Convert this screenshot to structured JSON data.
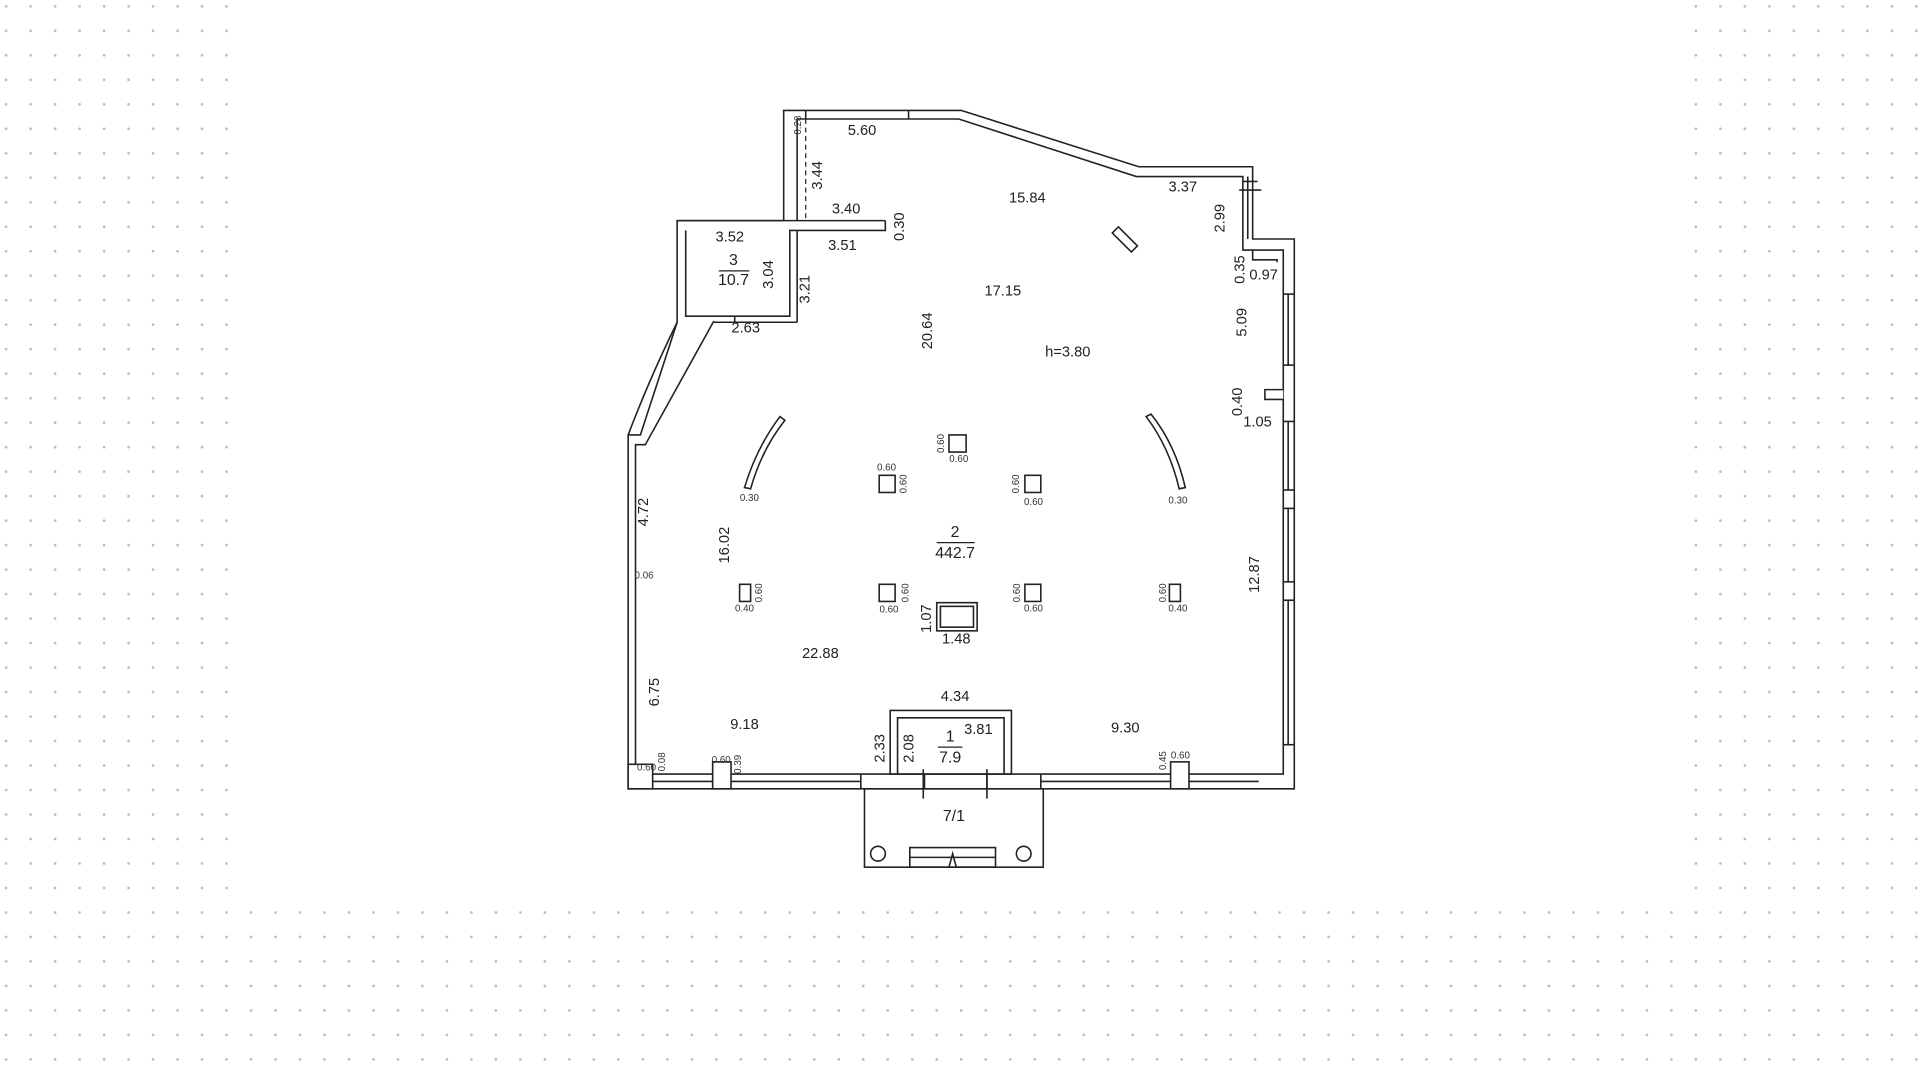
{
  "plan": {
    "ceiling_height": "h=3.80",
    "rooms": [
      {
        "number": "3",
        "area": "10.7"
      },
      {
        "number": "2",
        "area": "442.7"
      },
      {
        "number": "1",
        "area": "7.9"
      }
    ],
    "porch_label": "7/1",
    "dims": [
      "0.28",
      "5.60",
      "3.44",
      "3.40",
      "0.30",
      "15.84",
      "3.37",
      "2.99",
      "3.52",
      "3.04",
      "3.51",
      "3.21",
      "17.15",
      "0.35",
      "0.97",
      "2.63",
      "20.64",
      "5.09",
      "0.40",
      "1.05",
      "4.72",
      "16.02",
      "0.06",
      "12.87",
      "22.88",
      "1.07",
      "1.48",
      "6.75",
      "4.34",
      "9.18",
      "3.81",
      "2.33",
      "2.08",
      "9.30"
    ],
    "small_dims": [
      "0.60",
      "0.60",
      "0.60",
      "0.60",
      "0.60",
      "0.60",
      "0.30",
      "0.30",
      "0.60",
      "0.40",
      "0.60",
      "0.60",
      "0.60",
      "0.60",
      "0.60",
      "0.40",
      "0.60",
      "0.08",
      "0.60",
      "0.39",
      "0.45",
      "0.60"
    ]
  },
  "colors": {
    "line": "#222222",
    "dots": "#bbbbbb",
    "background": "#ffffff"
  }
}
